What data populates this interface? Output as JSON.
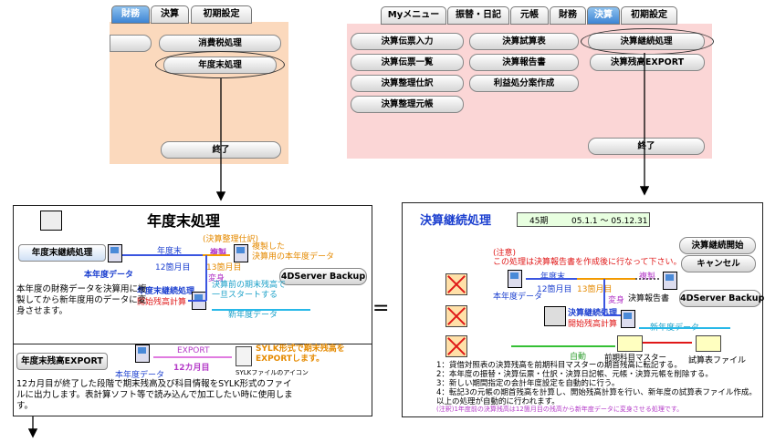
{
  "menu_left": {
    "tabs": [
      "財務",
      "決算",
      "初期設定"
    ],
    "buttons": [
      "消費税処理",
      "年度末処理",
      "終了"
    ]
  },
  "menu_right": {
    "tabs": [
      "Myメニュー",
      "振替・日記",
      "元帳",
      "財務",
      "決算",
      "初期設定"
    ],
    "buttons": [
      "決算伝票入力",
      "決算試算表",
      "決算継続処理",
      "決算伝票一覧",
      "決算報告書",
      "決算残高EXPORT",
      "決算整理仕訳",
      "利益処分案作成",
      "決算整理元帳",
      "終了"
    ]
  },
  "year_end": {
    "title": "年度末処理",
    "button": "年度末継続処理",
    "current_data": "本年度データ",
    "year_end_label": "年度末",
    "month12": "12箇月目",
    "closing_adj": "(決算整理仕訳)",
    "copy_label": "複製",
    "month13": "13箇月目",
    "copied_data": "複製した\n決算用の本年度データ",
    "backup_btn": "4DServer Backup",
    "change_label": "変身",
    "continue_label": "年度末継続処理",
    "open_balance": "開始残高計算",
    "restart_note": "決算前の期末残高で\n一旦スタートする",
    "new_year_data": "新年度データ",
    "description": "本年度の財務データを決算用に複\n製してから新年度用のデータに変\n身させます。"
  },
  "export_panel": {
    "button": "年度末残高EXPORT",
    "export_label": "EXPORT",
    "month12": "12カ月目",
    "current_data": "本年度データ",
    "sylk_note": "SYLK形式で期末残高を\nEXPORTします。",
    "sylk_icon_label": "SYLKファイルのアイコン",
    "description": "12カ月目が終了した段階で期末残高及び科目情報をSYLK形式のファイ\nルに出力します。表計算ソフト等で読み込んで加工したい時に使用しま\nす。"
  },
  "equals": "=",
  "continue_process": {
    "title": "決算継続処理",
    "period_label": "45期",
    "period_range": "05.1.1 〜 05.12.31",
    "start_btn": "決算継続開始",
    "cancel_btn": "キャンセル",
    "backup_btn": "4DServer Backup",
    "note_title": "(注意)",
    "note_body": "この処理は決算報告書を作成後に行なって下さい。",
    "current_data": "本年度データ",
    "year_end_label": "年度末",
    "month12": "12箇月目",
    "month13": "13箇月目",
    "copy_label": "複製",
    "closing_report": "決算報告書",
    "change_label": "変身",
    "continue_label": "決算継続処理",
    "open_balance": "開始残高計算",
    "new_year_data": "新年度データ",
    "master_label": "前期科目マスター",
    "trial_balance_file": "試算表ファイル",
    "auto_title": "自動",
    "steps": [
      "1：貸借対照表の決算残高を前期科目マスターの期首残高に転記する。",
      "2：本年度の振替・決算伝票・仕訳・決算日記帳、元帳・決算元帳を削除する。",
      "3：新しい期間指定の会計年度設定を自動的に行う。",
      "4：転記3の元帳の期首残高を計算し、開始残高計算を行い、新年度の試算表ファイル作成。",
      "以上の処理が自動的に行われます。"
    ],
    "footnote": "(注釈)1年度前の決算残高は12箇月目の残高から新年度データに変身させる処理です。"
  }
}
